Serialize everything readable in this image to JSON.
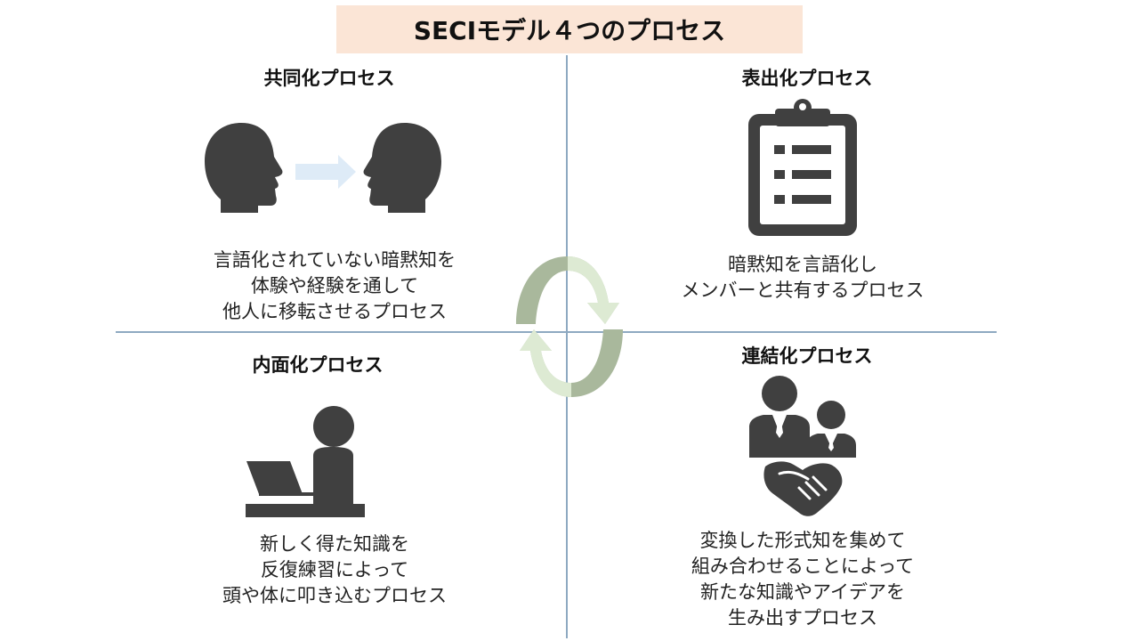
{
  "title": "SECIモデル４つのプロセス",
  "colors": {
    "title_bg": "#FBE5D6",
    "icon": "#404040",
    "axis": "#8EA9C1",
    "arrow_light": "#E2F0D9",
    "arrow_dark": "#A9B89C",
    "small_arrow": "#DEEBF7"
  },
  "quadrants": {
    "socialization": {
      "title": "共同化プロセス",
      "lines": [
        "言語化されていない暗黙知を",
        "体験や経験を通して",
        "他人に移転させるプロセス"
      ],
      "icon": "two-heads-transfer-icon"
    },
    "externalization": {
      "title": "表出化プロセス",
      "lines": [
        "暗黙知を言語化し",
        "メンバーと共有するプロセス"
      ],
      "icon": "clipboard-list-icon"
    },
    "internalization": {
      "title": "内面化プロセス",
      "lines": [
        "新しく得た知識を",
        "反復練習によって",
        "頭や体に叩き込むプロセス"
      ],
      "icon": "person-at-laptop-icon"
    },
    "combination": {
      "title": "連結化プロセス",
      "lines": [
        "変換した形式知を集めて",
        "組み合わせることによって",
        "新たな知識やアイデアを",
        "生み出すプロセス"
      ],
      "icon": "business-handshake-icon"
    }
  },
  "center": {
    "icon": "cycle-arrows-icon"
  }
}
